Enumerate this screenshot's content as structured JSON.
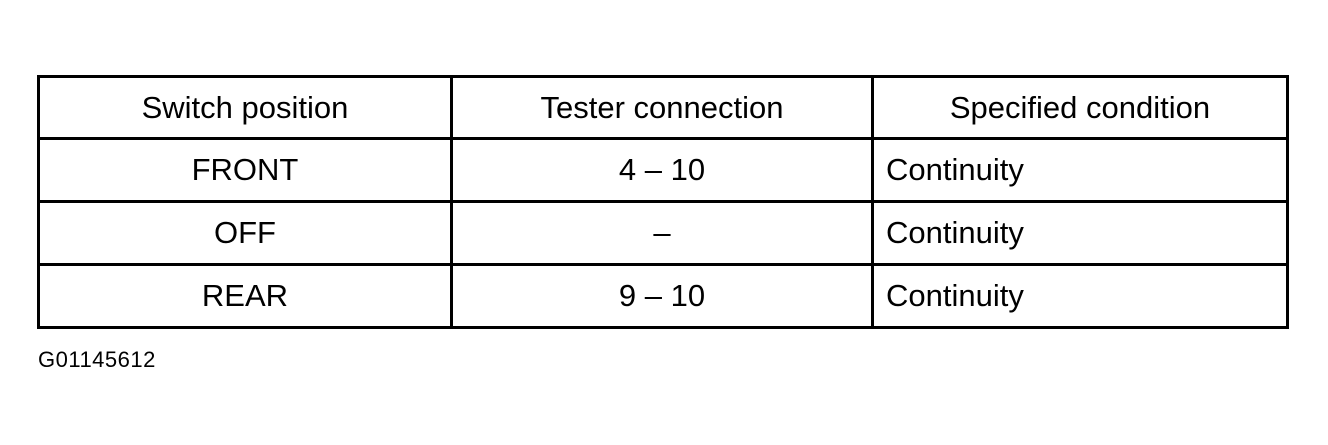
{
  "table": {
    "headers": [
      "Switch position",
      "Tester connection",
      "Specified condition"
    ],
    "rows": [
      [
        "FRONT",
        "4 – 10",
        "Continuity"
      ],
      [
        "OFF",
        "–",
        "Continuity"
      ],
      [
        "REAR",
        "9 – 10",
        "Continuity"
      ]
    ]
  },
  "figure_id": "G01145612"
}
